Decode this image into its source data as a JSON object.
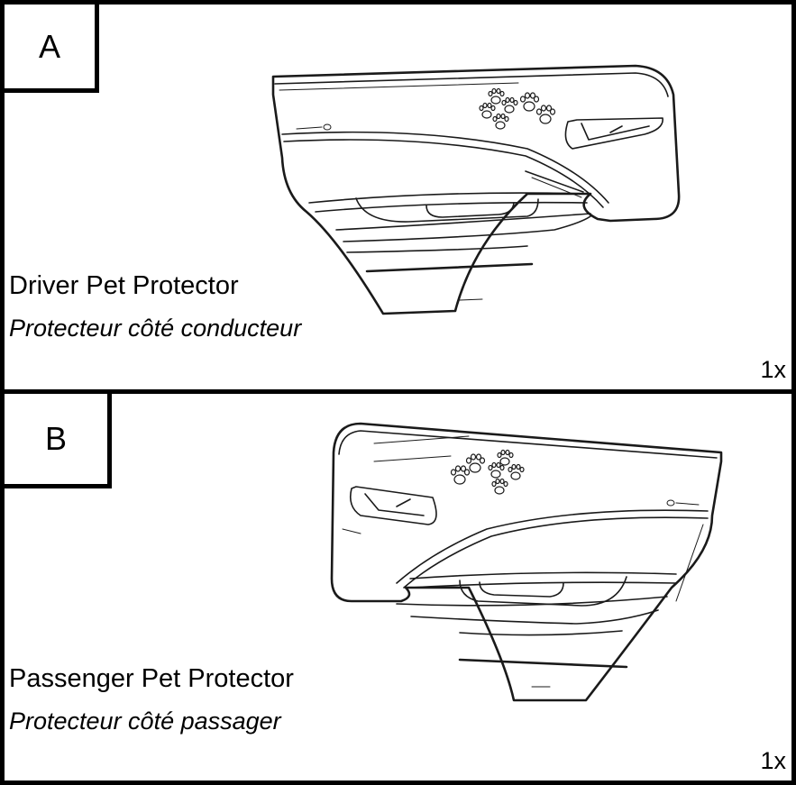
{
  "panels": [
    {
      "letter": "A",
      "title": "Driver Pet Protector",
      "subtitle": "Protecteur côté conducteur",
      "quantity": "1x"
    },
    {
      "letter": "B",
      "title": "Passenger Pet Protector",
      "subtitle": "Protecteur côté passager",
      "quantity": "1x"
    }
  ]
}
